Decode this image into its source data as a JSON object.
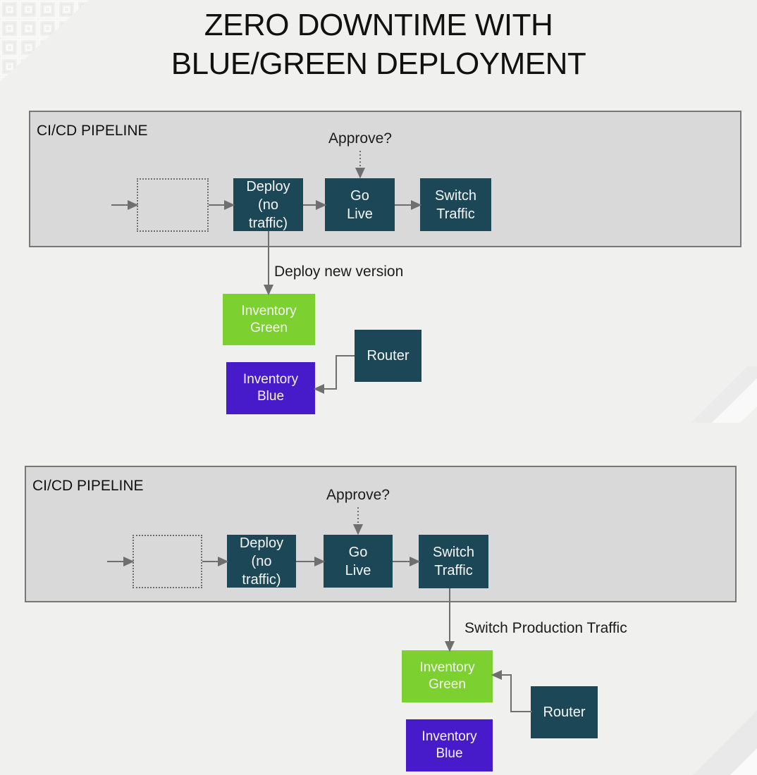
{
  "title": {
    "line1": "ZERO DOWNTIME WITH",
    "line2": "BLUE/GREEN DEPLOYMENT"
  },
  "colors": {
    "stage_box": "#1c4757",
    "inventory_green": "#7cd130",
    "inventory_blue": "#471bc9",
    "pipeline_fill": "#d9d9d9",
    "pipeline_border": "#787878",
    "arrow": "#6f6f6f",
    "background": "#f0f0ef"
  },
  "pipeline1": {
    "label": "CI/CD PIPELINE",
    "approve": "Approve?",
    "stages": {
      "deploy": "Deploy\n(no\ntraffic)",
      "go_live": "Go\nLive",
      "switch_traffic": "Switch\nTraffic"
    },
    "flow_label": "Deploy new version",
    "environment": {
      "green": "Inventory\nGreen",
      "blue": "Inventory\nBlue",
      "router": "Router"
    }
  },
  "pipeline2": {
    "label": "CI/CD PIPELINE",
    "approve": "Approve?",
    "stages": {
      "deploy": "Deploy\n(no\ntraffic)",
      "go_live": "Go\nLive",
      "switch_traffic": "Switch\nTraffic"
    },
    "flow_label": "Switch Production Traffic",
    "environment": {
      "green": "Inventory\nGreen",
      "blue": "Inventory\nBlue",
      "router": "Router"
    }
  }
}
